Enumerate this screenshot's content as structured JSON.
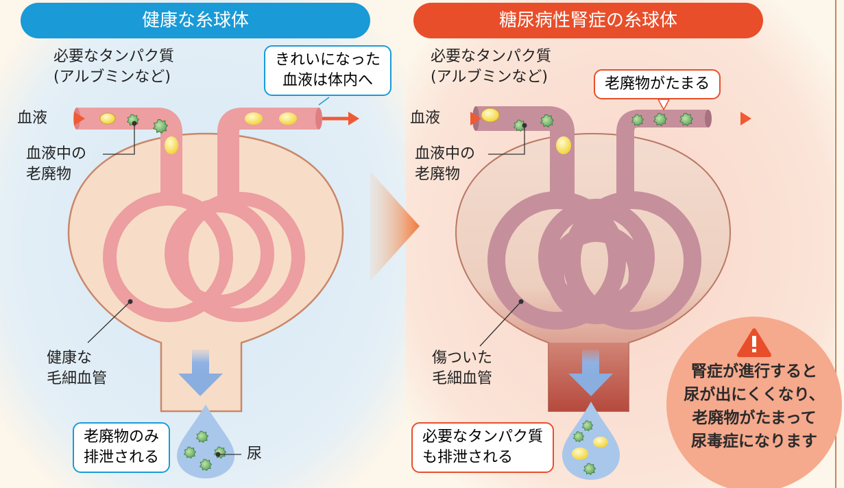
{
  "healthy": {
    "title": "健康な糸球体",
    "protein_label": "必要なタンパク質\n(アルブミンなど)",
    "blood_label": "血液",
    "waste_label": "血液中の\n老廃物",
    "output_callout": "きれいになった\n血液は体内へ",
    "capillary_label": "健康な\n毛細血管",
    "urine_callout": "老廃物のみ\n排泄される",
    "urine_label": "尿"
  },
  "diseased": {
    "title": "糖尿病性腎症の糸球体",
    "protein_label": "必要なタンパク質\n(アルブミンなど)",
    "blood_label": "血液",
    "waste_label": "血液中の\n老廃物",
    "output_callout": "老廃物がたまる",
    "capillary_label": "傷ついた\n毛細血管",
    "urine_callout": "必要なタンパク質\nも排泄される"
  },
  "warning": {
    "icon": "warning-icon",
    "text": "腎症が進行すると\n尿が出にくくなり、\n老廃物がたまって\n尿毒症になります"
  },
  "colors": {
    "healthy_accent": "#1a9ad6",
    "diseased_accent": "#e84e2a",
    "healthy_vessel": "#ec9ea0",
    "diseased_vessel": "#c68f9c",
    "urine": "#a9c7ea",
    "warning_bubble": "#f5a98d"
  }
}
